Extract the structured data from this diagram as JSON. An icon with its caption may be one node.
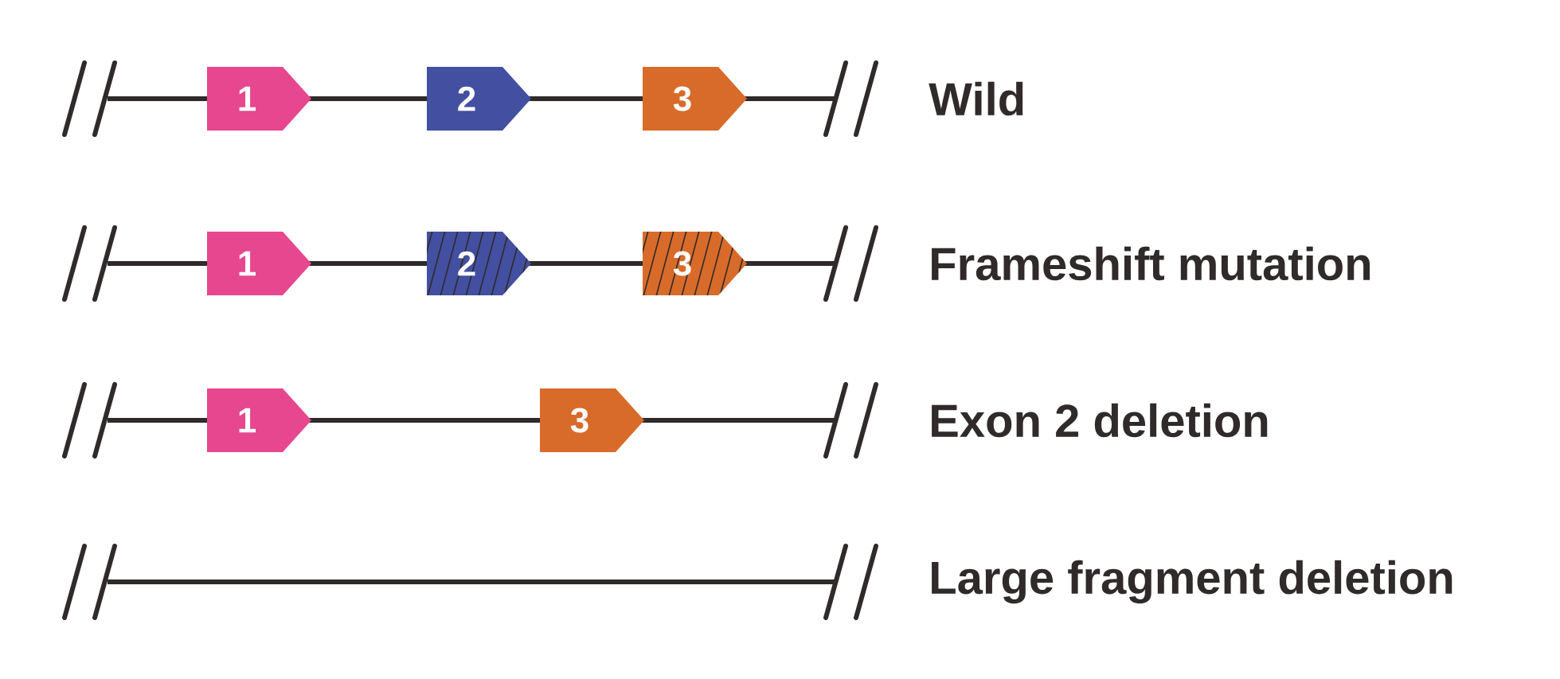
{
  "diagram": {
    "nodes": [
      {
        "text": [
          "1"
        ]
      },
      {
        "text": [
          "2"
        ]
      },
      {
        "text": [
          "3"
        ]
      },
      {
        "text": [
          "1"
        ]
      },
      {
        "text": [
          "2"
        ]
      },
      {
        "text": [
          "3"
        ]
      },
      {
        "text": [
          "1"
        ]
      },
      {
        "text": [
          "3"
        ]
      }
    ],
    "labels": [
      "Wild",
      "Frameshift mutation",
      "Exon 2 deletion",
      "Large fragment deletion"
    ]
  }
}
